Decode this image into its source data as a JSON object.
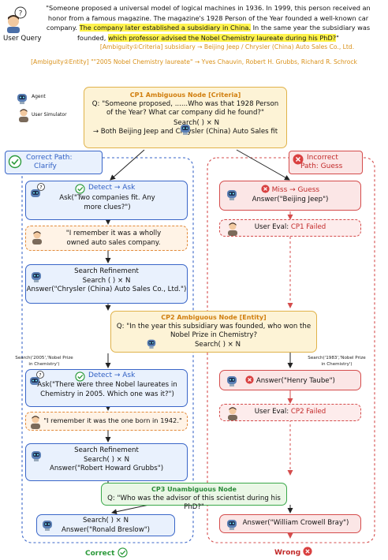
{
  "query": {
    "lines": [
      "\"Someone proposed a universal model of logical machines in 1936. In 1999, this person received an",
      "honor from a famous magazine. The magazine's 1928 Person of the Year founded a well-known car"
    ],
    "line3_pre": "company. ",
    "line3_hl": "The company later established a subsidiary in China.",
    "line3_post": " In the same year the subsidiary was",
    "line4_pre": "founded, ",
    "line4_hl": "which professor advised the Nobel Chemistry laureate during his PhD?",
    "line4_post": "\"",
    "user_label": "User Query",
    "ambiguity1": "[Ambiguity①Criteria] subsidiary → Beijing Jeep / Chrysler (China) Auto Sales Co., Ltd.",
    "ambiguity2": "[Ambiguity②Entity] \"\"2005 Nobel Chemistry laureate\" → Yves Chauvin, Robert H. Grubbs, Richard R. Schrock"
  },
  "legend": {
    "agent": "Agent",
    "user_simulator": "User Simulator"
  },
  "cp1": {
    "title": "CP1 Ambiguous Node [Criteria]",
    "q1": "Q: \"Someone proposed, ......Who was that 1928 Person",
    "q2": "of the Year? What car company did he found?\"",
    "search": "Search( ) × N",
    "result": "→ Both Beijing Jeep and Chrysler (China) Auto Sales fit"
  },
  "correct_path": {
    "label1": "Correct Path:",
    "label2": "Clarify"
  },
  "incorrect_path": {
    "label1": "Incorrect",
    "label2": "Path: Guess"
  },
  "left": {
    "detect_ask_1": "Detect → Ask",
    "ask1_a": "Ask(\"Two companies fit. Any",
    "ask1_b": "more clues?\")",
    "user1_a": "\"I remember it was a wholly",
    "user1_b": "owned auto sales company.",
    "refine1_title": "Search Refinement",
    "refine1_search": "Search ( ) × N",
    "refine1_answer": "Answer(\"Chrysler (China) Auto Sales Co., Ltd.\")",
    "search_note_a": "Search('2005','Nobel Prize",
    "search_note_b": "in Chemistry')",
    "detect_ask_2": "Detect → Ask",
    "ask2_a": "Ask(\"There were three Nobel laureates in",
    "ask2_b": "Chemistry in 2005. Which one was it?\")",
    "user2": "\"I remember it was the one born in 1942.\"",
    "refine2_title": "Search Refinement",
    "refine2_search": "Search( ) × N",
    "refine2_answer": "Answer(\"Robert Howard Grubbs\")",
    "final_search": "Search( ) × N",
    "final_answer": "Answer(\"Ronald Breslow\")",
    "outcome": "Correct"
  },
  "right": {
    "miss_guess": "Miss → Guess",
    "answer1": "Answer(\"Beijing Jeep\")",
    "eval1_prefix": "User Eval: ",
    "eval1_fail": "CP1 Failed",
    "search_note_a": "Search('1983','Nobel Prize",
    "search_note_b": "in Chemistry')",
    "answer2": "Answer(\"Henry Taube\")",
    "eval2_prefix": "User Eval: ",
    "eval2_fail": "CP2 Failed",
    "answer3": "Answer(\"William Crowell Bray\")",
    "outcome": "Wrong"
  },
  "cp2": {
    "title": "CP2 Ambiguous Node [Entity]",
    "q1": "Q: \"In the year this subsidiary was founded, who won the",
    "q2": "Nobel Prize in Chemistry?",
    "search": "Search( ) × N"
  },
  "cp3": {
    "title": "CP3 Unambiguous Node",
    "q": "Q: \"Who was the advisor of this scientist during his PhD?\""
  },
  "colors": {
    "gold": "#e0b24a",
    "blue": "#3a66c8",
    "red": "#d44c4c",
    "green": "#3aa84a",
    "highlight": "#fff34d"
  }
}
